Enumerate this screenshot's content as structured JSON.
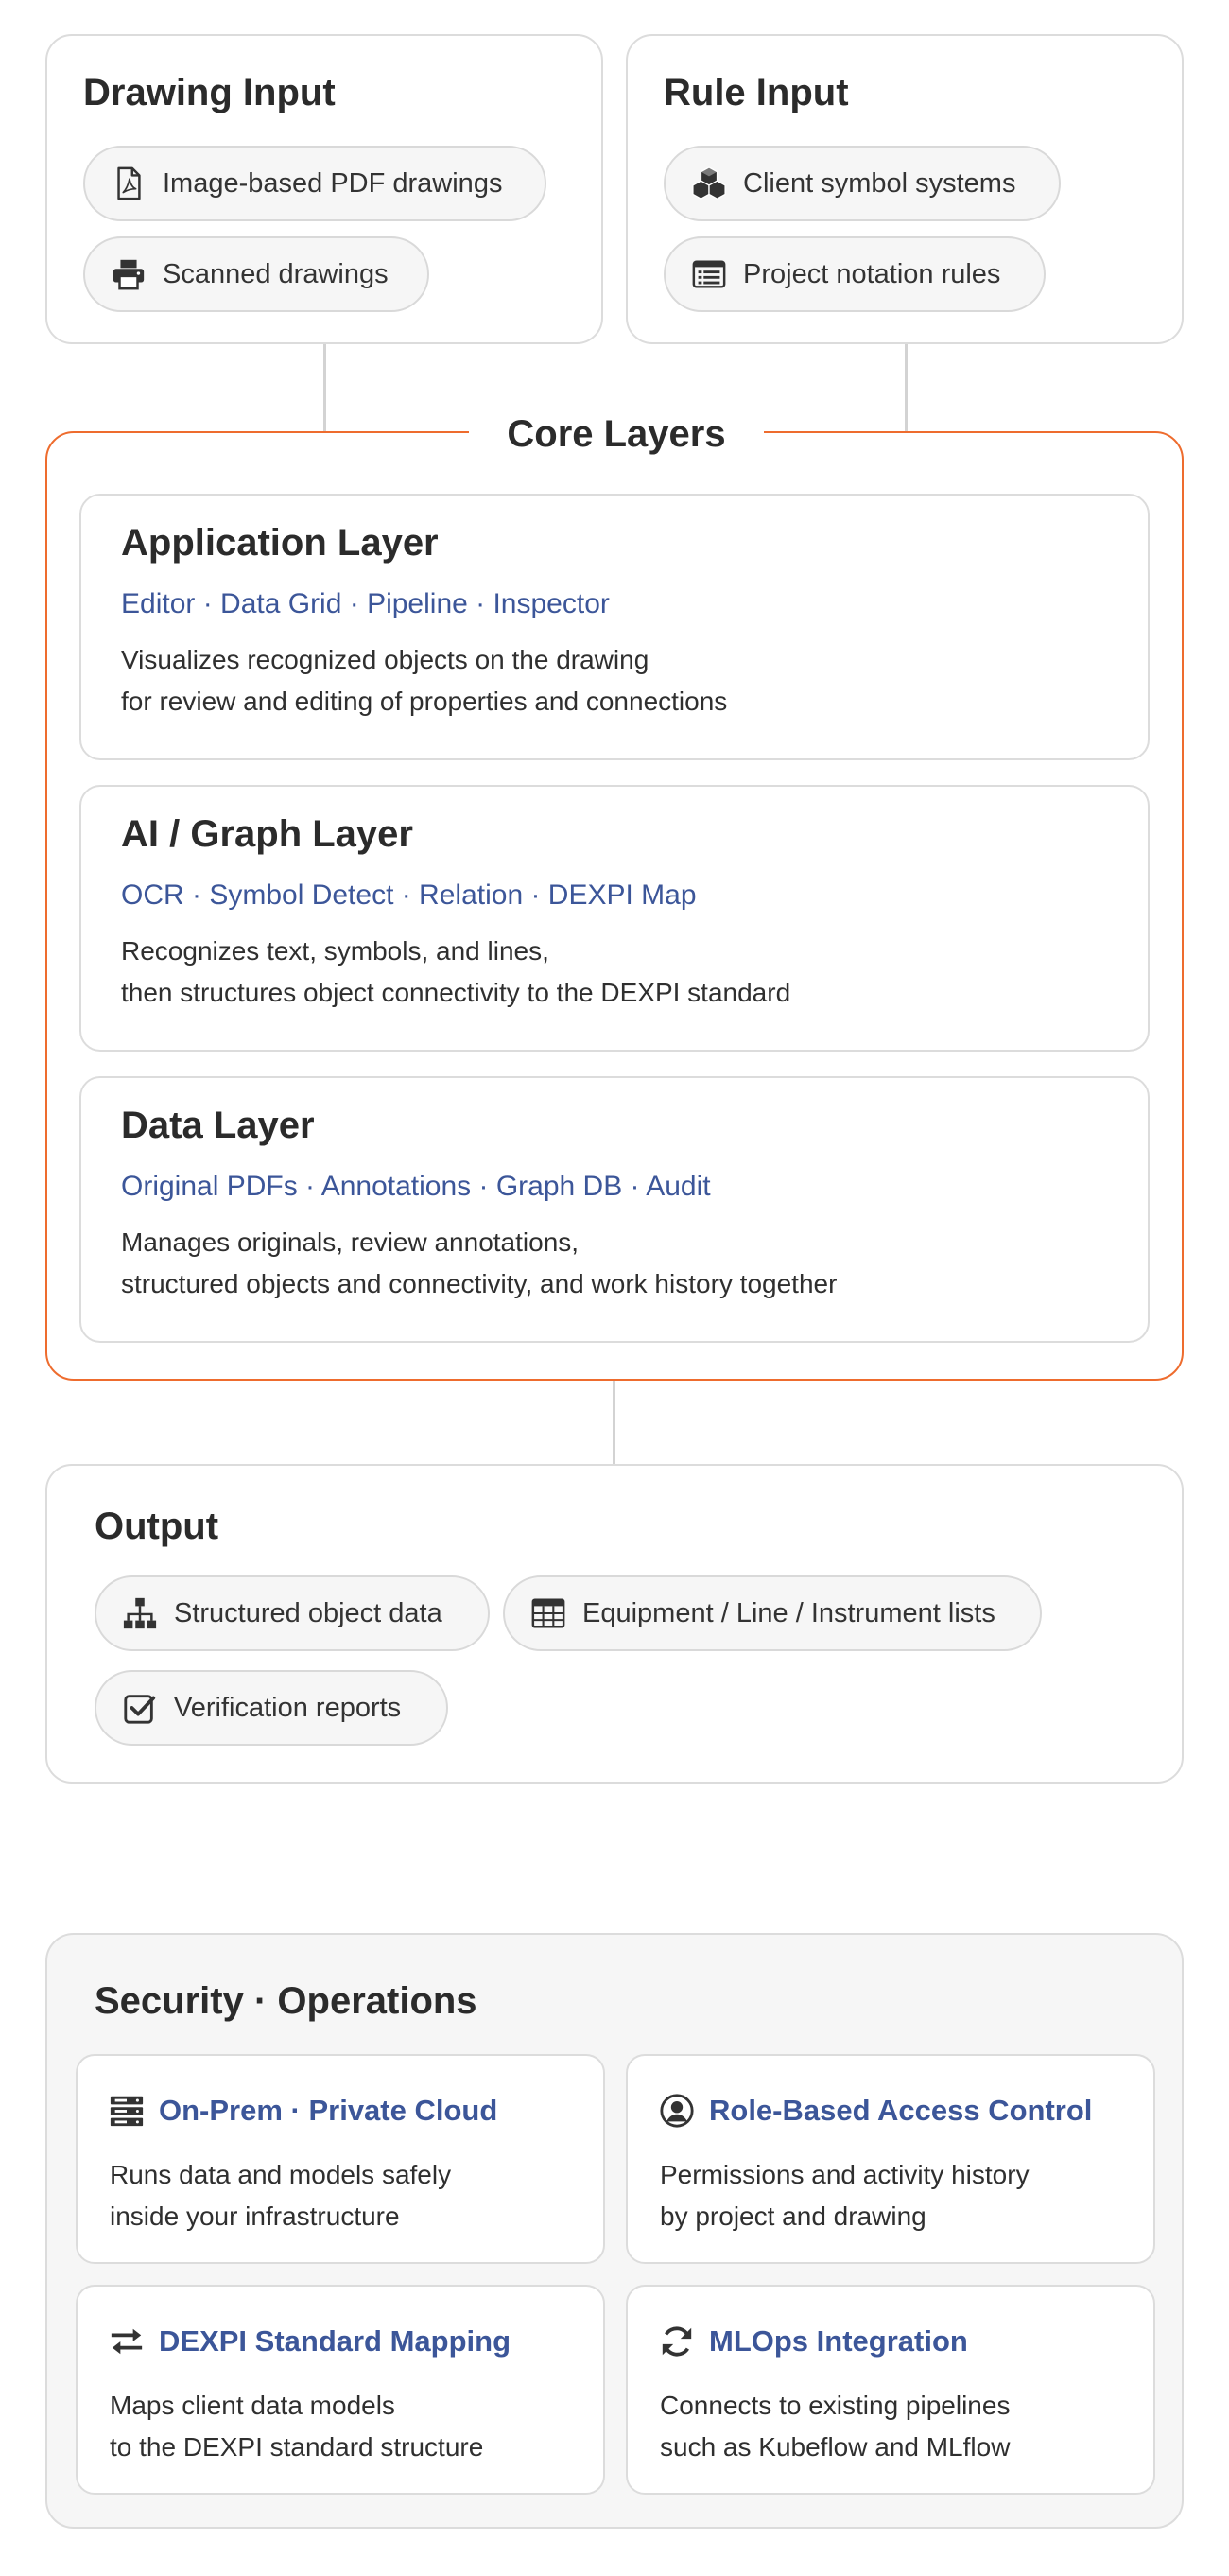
{
  "drawing_input": {
    "title": "Drawing Input",
    "items": [
      {
        "label": "Image-based PDF drawings",
        "icon": "pdf-file-icon"
      },
      {
        "label": "Scanned drawings",
        "icon": "printer-icon"
      }
    ]
  },
  "rule_input": {
    "title": "Rule Input",
    "items": [
      {
        "label": "Client symbol systems",
        "icon": "cubes-icon"
      },
      {
        "label": "Project notation rules",
        "icon": "list-window-icon"
      }
    ]
  },
  "core": {
    "title": "Core Layers",
    "accent_color": "#ee6c2e",
    "layers": [
      {
        "title": "Application Layer",
        "keywords": "Editor · Data Grid · Pipeline · Inspector",
        "desc1": "Visualizes recognized objects on the drawing",
        "desc2": "for review and editing of properties and connections"
      },
      {
        "title": "AI / Graph Layer",
        "keywords": "OCR · Symbol Detect · Relation · DEXPI Map",
        "desc1": "Recognizes text, symbols, and lines,",
        "desc2": "then structures object connectivity to the DEXPI standard"
      },
      {
        "title": "Data Layer",
        "keywords": "Original PDFs · Annotations · Graph DB · Audit",
        "desc1": "Manages originals, review annotations,",
        "desc2": "structured objects and connectivity, and work history together"
      }
    ]
  },
  "output": {
    "title": "Output",
    "items": [
      {
        "label": "Structured object data",
        "icon": "sitemap-icon"
      },
      {
        "label": "Equipment / Line / Instrument lists",
        "icon": "table-icon"
      },
      {
        "label": "Verification reports",
        "icon": "checkbox-icon"
      }
    ]
  },
  "security": {
    "title": "Security · Operations",
    "features": [
      {
        "title": "On-Prem · Private Cloud",
        "icon": "server-icon",
        "desc1": "Runs data and models safely",
        "desc2": "inside your infrastructure"
      },
      {
        "title": "Role-Based Access Control",
        "icon": "user-circle-icon",
        "desc1": "Permissions and activity history",
        "desc2": "by project and drawing"
      },
      {
        "title": "DEXPI Standard Mapping",
        "icon": "exchange-arrows-icon",
        "desc1": "Maps client data models",
        "desc2": "to the DEXPI standard structure"
      },
      {
        "title": "MLOps Integration",
        "icon": "sync-icon",
        "desc1": "Connects to existing pipelines",
        "desc2": "such as Kubeflow and MLflow"
      }
    ]
  },
  "colors": {
    "link_blue": "#3c5699",
    "border_gray": "#dcdcdc",
    "text_dark": "#2b2b2b"
  }
}
